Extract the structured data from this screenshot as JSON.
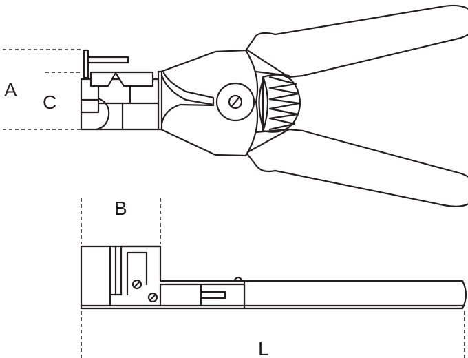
{
  "labels": {
    "A": "A",
    "B": "B",
    "C": "C",
    "L": "L"
  },
  "colors": {
    "line": "#231f20",
    "background": "#ffffff"
  }
}
